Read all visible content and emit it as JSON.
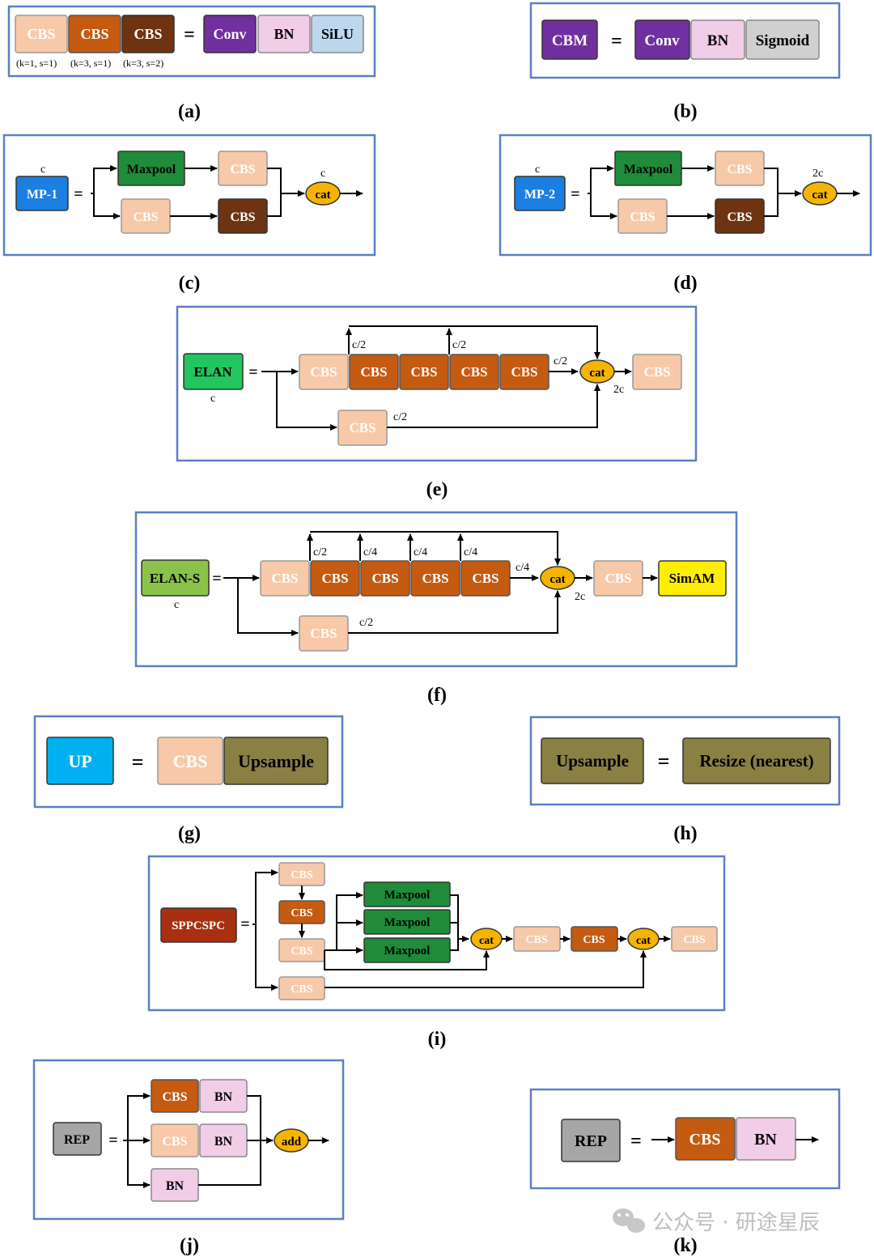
{
  "colors": {
    "cbs_light": "#f8c9a8",
    "cbs_mid": "#c55a11",
    "cbs_dark": "#6e3311",
    "conv": "#7030a0",
    "bn": "#f2cde8",
    "silu": "#bdd7ee",
    "sigmoid": "#d0d0d0",
    "mp": "#1a7fe0",
    "maxpool": "#1e8c3a",
    "cat": "#f5b400",
    "elan": "#22c55e",
    "elan_s": "#8bc34a",
    "simam": "#ffee00",
    "up": "#00b0f0",
    "upsample": "#8a8044",
    "sppcspc": "#a83010",
    "rep": "#a6a6a6",
    "frame": "#5b7fc4"
  },
  "labels": {
    "cbs": "CBS",
    "conv": "Conv",
    "bn": "BN",
    "silu": "SiLU",
    "sigmoid": "Sigmoid",
    "cbm": "CBM",
    "maxpool": "Maxpool",
    "cat": "cat",
    "add": "add",
    "mp1": "MP-1",
    "mp2": "MP-2",
    "elan": "ELAN",
    "elan_s": "ELAN-S",
    "simam": "SimAM",
    "up": "UP",
    "upsample": "Upsample",
    "resize": "Resize (nearest)",
    "sppcspc": "SPPCSPC",
    "rep": "REP",
    "equals": "="
  },
  "kernel_notes": [
    "(k=1, s=1)",
    "(k=3, s=1)",
    "(k=3, s=2)"
  ],
  "channels": {
    "c": "c",
    "c2": "c/2",
    "c4": "c/4",
    "two_c": "2c"
  },
  "captions": [
    "(a)",
    "(b)",
    "(c)",
    "(d)",
    "(e)",
    "(f)",
    "(g)",
    "(h)",
    "(i)",
    "(j)",
    "(k)"
  ],
  "watermark": "公众号 · 研途星辰"
}
